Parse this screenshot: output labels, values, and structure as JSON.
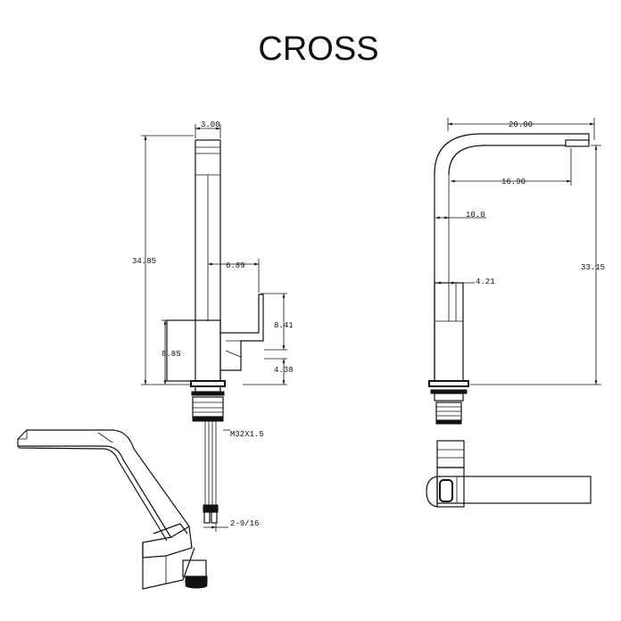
{
  "title": "CROSS",
  "dimensions": {
    "front_top_width": "3.00",
    "front_height": "34.85",
    "front_handle_offset": "6.89",
    "front_handle_height": "8.41",
    "front_base_height": "8.85",
    "front_lever_height": "4.38",
    "thread": "M32X1.5",
    "hose": "2-9/16",
    "side_reach": "20.00",
    "side_spout_reach": "16.90",
    "side_neck_offset": "10.0",
    "side_body_offset": "4.21",
    "side_height": "33.15"
  }
}
